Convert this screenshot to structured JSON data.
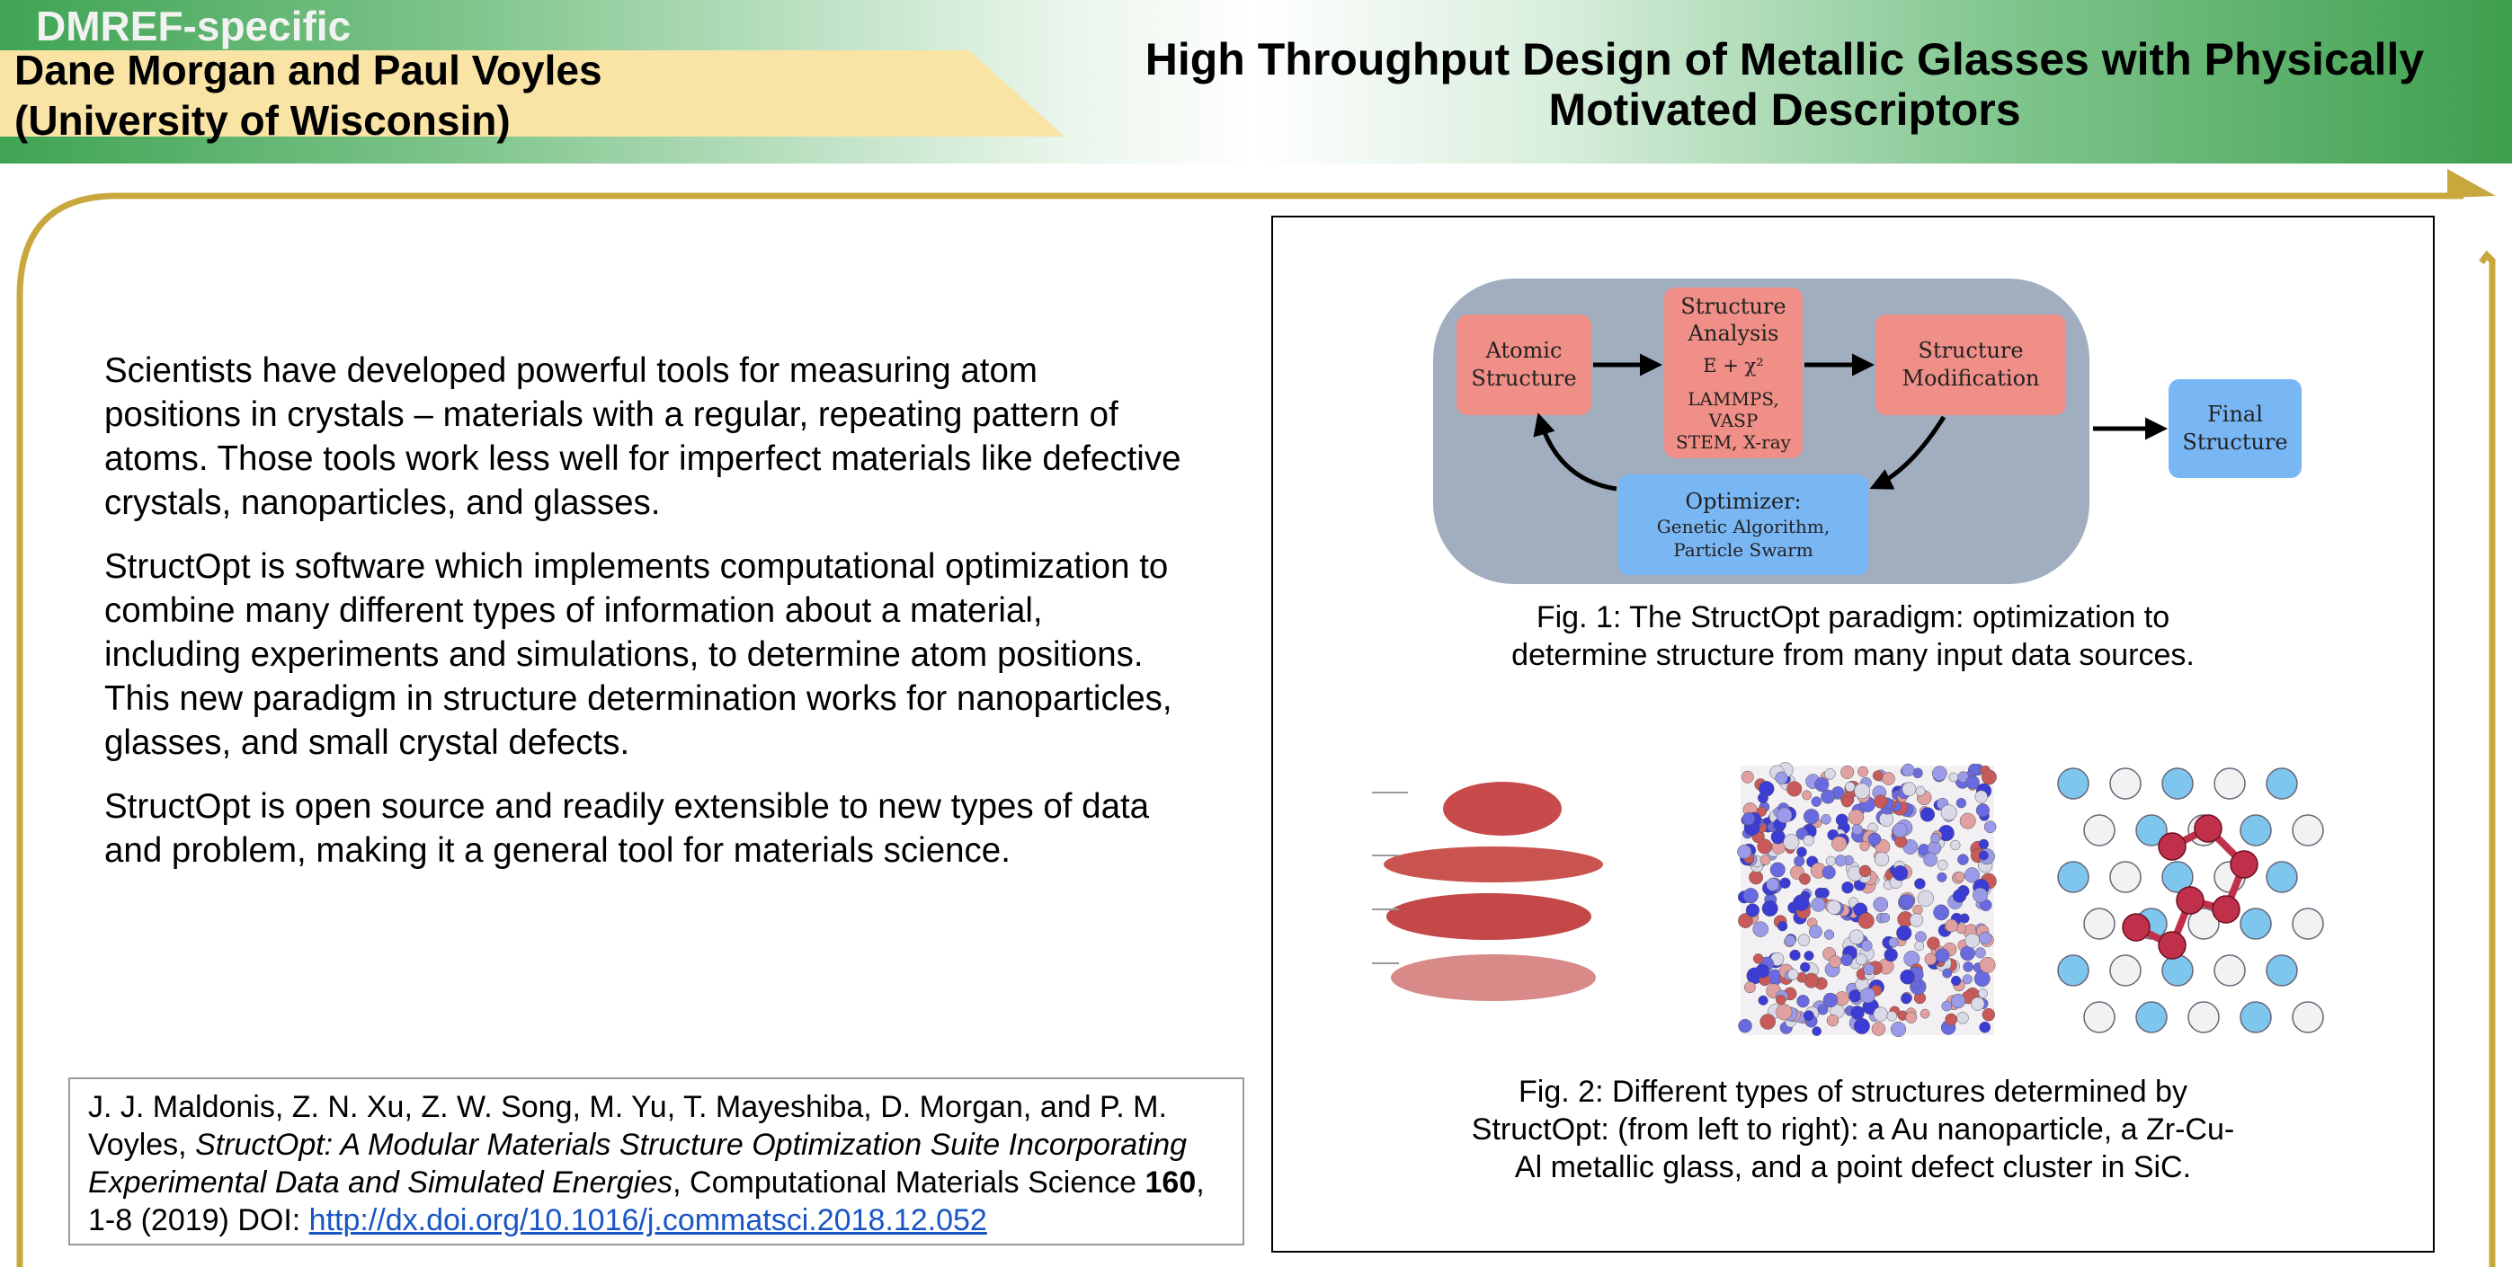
{
  "header": {
    "program": "DMREF-specific",
    "pi_line1": "Dane Morgan and Paul Voyles",
    "pi_line2": "(University of Wisconsin)",
    "title_line1": "High Throughput Design of Metallic Glasses with Physically",
    "title_line2": "Motivated Descriptors"
  },
  "body": {
    "p1": "Scientists have developed powerful tools for measuring atom positions in crystals – materials with a regular, repeating pattern of atoms. Those tools work less well for imperfect materials like defective crystals, nanoparticles, and glasses.",
    "p2": "StructOpt is software which implements computational optimization to combine many different types of information about a material, including experiments and simulations, to determine atom positions. This new paradigm in structure determination works for nanoparticles, glasses, and small crystal defects.",
    "p3": "StructOpt is open source and readily extensible to new types of data and problem, making it a general tool for materials science."
  },
  "citation": {
    "authors": "J. J. Maldonis, Z. N. Xu, Z. W. Song, M. Yu, T. Mayeshiba, D. Morgan, and P. M. Voyles,",
    "title": "StructOpt: A Modular Materials Structure Optimization Suite Incorporating Experimental Data and Simulated Energies",
    "journal": ", Computational Materials Science",
    "volume": "160",
    "pages": ", 1-8 (2019) DOI:",
    "doi_link": "http://dx.doi.org/10.1016/j.commatsci.2018.12.052"
  },
  "figure1": {
    "atomic_l1": "Atomic",
    "atomic_l2": "Structure",
    "analysis_l1": "Structure",
    "analysis_l2": "Analysis",
    "analysis_formula": "E + χ²",
    "analysis_tools_l1": "LAMMPS, VASP",
    "analysis_tools_l2": "STEM, X-ray",
    "modification_l1": "Structure",
    "modification_l2": "Modification",
    "optimizer_l1": "Optimizer:",
    "optimizer_l2": "Genetic Algorithm,",
    "optimizer_l3": "Particle Swarm",
    "final_l1": "Final",
    "final_l2": "Structure",
    "caption_l1": "Fig. 1: The StructOpt paradigm: optimization to",
    "caption_l2": "determine structure from many input data sources."
  },
  "figure2": {
    "caption_l1": "Fig. 2: Different types of structures determined by",
    "caption_l2": "StructOpt: (from left to right): a Au nanoparticle, a Zr-Cu-",
    "caption_l3": "Al metallic glass, and a point defect cluster in SiC."
  },
  "colors": {
    "header_green": "#3fa453",
    "pi_box": "#f9e4a6",
    "frame_gold": "#c8a83c",
    "node_pink": "#ef8f87",
    "node_blue": "#79b6f4",
    "diagram_bg": "#a0aec0",
    "link_blue": "#1a55c4"
  }
}
